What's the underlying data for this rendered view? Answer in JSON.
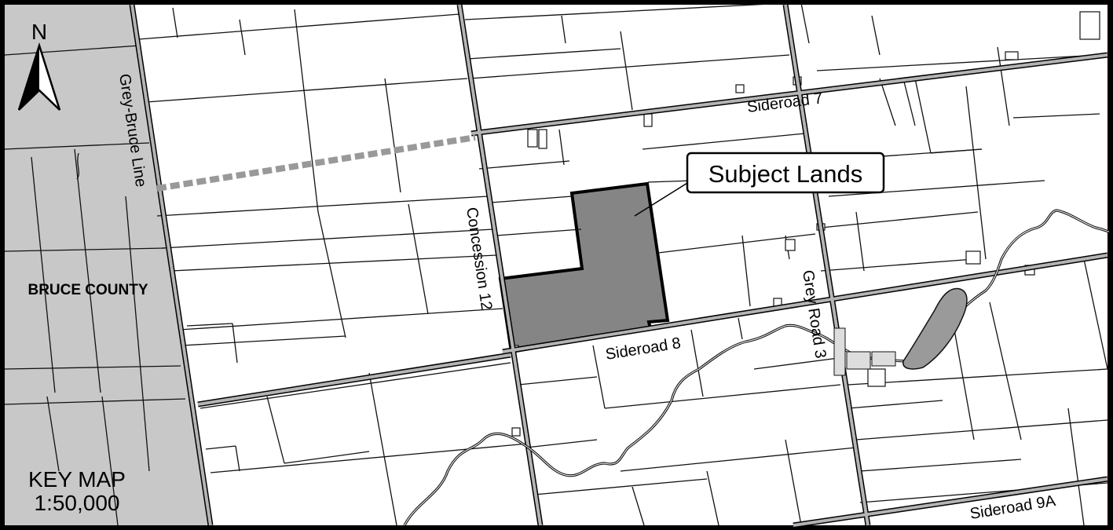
{
  "north_arrow": {
    "label": "N"
  },
  "county_label": "BRUCE COUNTY",
  "callout": {
    "label": "Subject Lands",
    "color": "#e0000f"
  },
  "roads": {
    "grey_bruce_line": "Grey-Bruce Line",
    "concession_12": "Concession 12",
    "sideroad_7": "Sideroad 7",
    "sideroad_8": "Sideroad 8",
    "grey_road_3": "Grey Road 3",
    "sideroad_9a": "Sideroad 9A"
  },
  "key_map": {
    "title": "KEY MAP",
    "scale": "1:50,000"
  },
  "colors": {
    "county_fill": "#c8c8c8",
    "subject_fill": "#858585",
    "road": "#a0a0a0",
    "water": "#9a9a9a",
    "lot_lines": "#111111",
    "background": "#ffffff"
  }
}
